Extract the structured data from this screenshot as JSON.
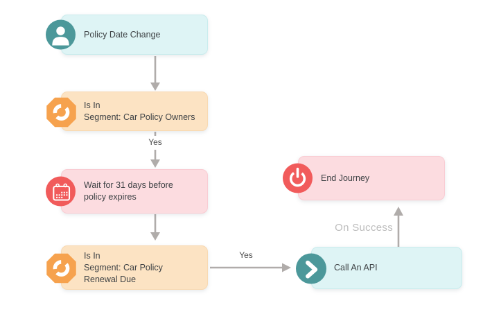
{
  "canvas_title": "Journey flow canvas",
  "palette": {
    "teal_accent": "#4c989a",
    "cyan_fill": "#def4f5",
    "orange_accent": "#f6a24e",
    "orange_fill": "#fce3c3",
    "red_accent": "#f15b5b",
    "pink_fill": "#fcdce0",
    "arrow_gray": "#b0acaa",
    "text_dark": "#3e4245",
    "label_gray": "#4a4a4a",
    "success_label_gray": "#bdbdbd"
  },
  "nodes": [
    {
      "type": "trigger",
      "icon": "person-icon",
      "lines": [
        "Policy Date Change"
      ]
    },
    {
      "type": "condition",
      "icon": "segment-ring-icon",
      "lines": [
        "Is In",
        "Segment: Car Policy Owners"
      ]
    },
    {
      "type": "wait",
      "icon": "calendar-icon",
      "lines": [
        "Wait for 31 days before",
        "policy expires"
      ]
    },
    {
      "type": "condition",
      "icon": "segment-ring-icon",
      "lines": [
        "Is In",
        "Segment: Car Policy",
        "Renewal Due"
      ]
    },
    {
      "type": "action",
      "icon": "chevron-right-icon",
      "lines": [
        "Call An API"
      ]
    },
    {
      "type": "end",
      "icon": "power-icon",
      "lines": [
        "End Journey"
      ]
    }
  ],
  "edge_labels": {
    "segment_owners_yes": "Yes",
    "renewal_due_yes": "Yes",
    "api_on_success": "On Success"
  }
}
